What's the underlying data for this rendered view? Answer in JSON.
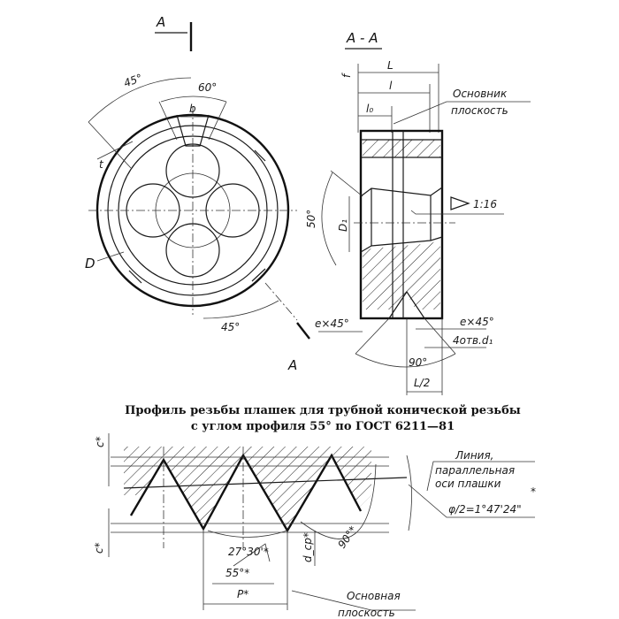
{
  "top_view": {
    "section_mark": "A",
    "angle_45": "45°",
    "angle_60": "60°",
    "dim_b": "b",
    "dim_t": "t",
    "dim_D": "D",
    "angle_45_bottom": "45°",
    "section_mark_bottom": "A"
  },
  "section_view": {
    "title": "A - A",
    "dim_L": "L",
    "dim_l": "l",
    "dim_l0": "l₀",
    "dim_f": "f",
    "base_plane_line1": "Основник",
    "base_plane_line2": "плоскость",
    "taper": "1:16",
    "dim_D1": "D₁",
    "angle_50": "50°",
    "chamfer_left": "e×45°",
    "chamfer_right": "e×45°",
    "holes": "4отв.d₁",
    "angle_90": "90°",
    "dim_L2": "L/2"
  },
  "profile": {
    "title_line1": "Профиль резьбы плашек для трубной конической резьбы",
    "title_line2": "с углом профиля 55° по ГОСТ 6211—81",
    "line_note1": "Линия,",
    "line_note2": "параллельная",
    "line_note3": "оси плашки",
    "star": "*",
    "half_angle": "φ/2=1°47'24\"",
    "c_top": "c*",
    "c_bottom": "c*",
    "angle_27": "27°30'*",
    "angle_55": "55°*",
    "pitch": "P*",
    "d_avg": "d_ср*",
    "angle_90": "90°*",
    "base_plane_line1": "Основная",
    "base_plane_line2": "плоскость"
  }
}
